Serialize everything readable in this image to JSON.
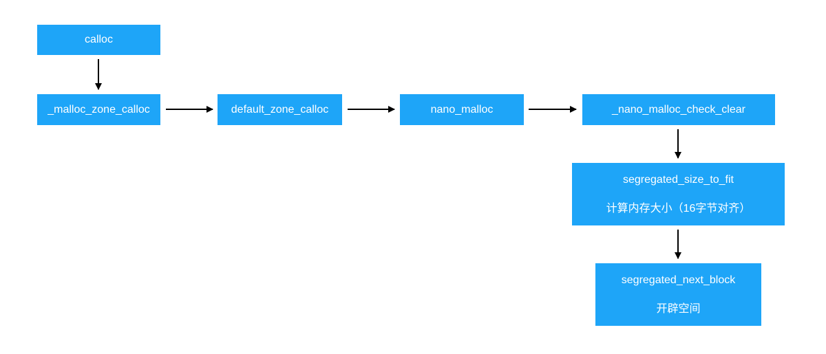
{
  "nodes": {
    "calloc": {
      "label": "calloc"
    },
    "malloc_zone_calloc": {
      "label": "_malloc_zone_calloc"
    },
    "default_zone_calloc": {
      "label": "default_zone_calloc"
    },
    "nano_malloc": {
      "label": "nano_malloc"
    },
    "nano_malloc_check_clear": {
      "label": "_nano_malloc_check_clear"
    },
    "segregated_size_to_fit": {
      "label": "segregated_size_to_fit",
      "note": "计算内存大小（16字节对齐）"
    },
    "segregated_next_block": {
      "label": "segregated_next_block",
      "note": "开辟空间"
    }
  },
  "colors": {
    "node_fill": "#1ea5f8",
    "node_text": "#ffffff",
    "arrow": "#000000"
  }
}
